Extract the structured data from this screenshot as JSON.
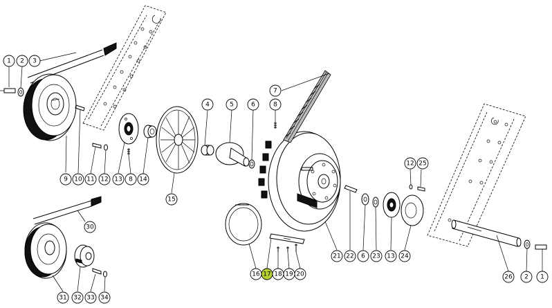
{
  "callouts": [
    {
      "id": "c1",
      "label": "1"
    },
    {
      "id": "c2a",
      "label": "2"
    },
    {
      "id": "c3",
      "label": "3"
    },
    {
      "id": "c4",
      "label": "4"
    },
    {
      "id": "c5",
      "label": "5"
    },
    {
      "id": "c6a",
      "label": "6"
    },
    {
      "id": "c7",
      "label": "7"
    },
    {
      "id": "c8a",
      "label": "8"
    },
    {
      "id": "c9",
      "label": "9"
    },
    {
      "id": "c10",
      "label": "10"
    },
    {
      "id": "c11",
      "label": "11"
    },
    {
      "id": "c12a",
      "label": "12"
    },
    {
      "id": "c13a",
      "label": "13"
    },
    {
      "id": "c8b",
      "label": "8"
    },
    {
      "id": "c14",
      "label": "14"
    },
    {
      "id": "c15",
      "label": "15"
    },
    {
      "id": "c12b",
      "label": "12"
    },
    {
      "id": "c25",
      "label": "25"
    },
    {
      "id": "c30",
      "label": "30"
    },
    {
      "id": "c16",
      "label": "16"
    },
    {
      "id": "c17",
      "label": "17",
      "highlight": "#b7d034"
    },
    {
      "id": "c18",
      "label": "18"
    },
    {
      "id": "c19",
      "label": "19"
    },
    {
      "id": "c20",
      "label": "20"
    },
    {
      "id": "c21",
      "label": "21"
    },
    {
      "id": "c22",
      "label": "22"
    },
    {
      "id": "c6b",
      "label": "6"
    },
    {
      "id": "c23",
      "label": "23"
    },
    {
      "id": "c13b",
      "label": "13"
    },
    {
      "id": "c24",
      "label": "24"
    },
    {
      "id": "c26",
      "label": "26"
    },
    {
      "id": "c2b",
      "label": "2"
    },
    {
      "id": "c1b",
      "label": "1"
    },
    {
      "id": "c31",
      "label": "31"
    },
    {
      "id": "c32",
      "label": "32"
    },
    {
      "id": "c33",
      "label": "33"
    },
    {
      "id": "c34",
      "label": "34"
    }
  ],
  "colors": {
    "line": "#000000",
    "background": "#ffffff",
    "highlight": "#b7d034",
    "shade": "#bdbdbd"
  }
}
